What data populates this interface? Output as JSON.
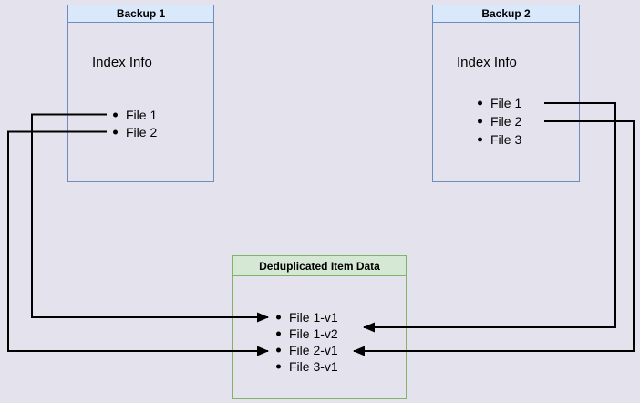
{
  "diagram": {
    "backup1": {
      "title": "Backup 1",
      "section_label": "Index Info",
      "files": [
        "File 1",
        "File 2"
      ]
    },
    "backup2": {
      "title": "Backup 2",
      "section_label": "Index Info",
      "files": [
        "File 1",
        "File 2",
        "File 3"
      ]
    },
    "dedup": {
      "title": "Deduplicated Item Data",
      "items": [
        "File 1-v1",
        "File 1-v2",
        "File 2-v1",
        "File 3-v1"
      ]
    },
    "edges": [
      {
        "from": "Backup 1 / File 1",
        "to": "File 1-v1"
      },
      {
        "from": "Backup 1 / File 2",
        "to": "File 2-v1"
      },
      {
        "from": "Backup 2 / File 1",
        "to": "File 1-v2"
      },
      {
        "from": "Backup 2 / File 2",
        "to": "File 2-v1"
      }
    ],
    "colors": {
      "background": "#e4e3ed",
      "blue_header_fill": "#dae8fc",
      "blue_border": "#6c8ebf",
      "green_header_fill": "#d5e8d4",
      "green_border": "#82b366",
      "connector": "#000000"
    }
  }
}
